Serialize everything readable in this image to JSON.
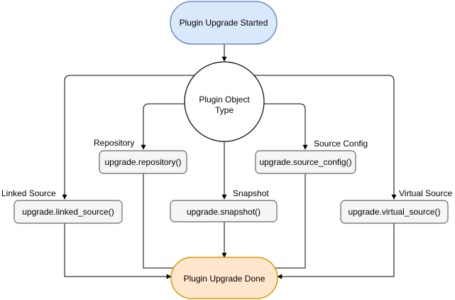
{
  "nodes": {
    "start": {
      "label": "Plugin Upgrade Started",
      "fill": "#dae8fc",
      "stroke": "#6c8ebf"
    },
    "decision": {
      "label_line1": "Plugin Object",
      "label_line2": "Type",
      "fill": "#ffffff",
      "stroke": "#000000"
    },
    "repository": {
      "label": "upgrade.repository()"
    },
    "source_config": {
      "label": "upgrade.source_config()"
    },
    "linked_source": {
      "label": "upgrade.linked_source()"
    },
    "snapshot": {
      "label": "upgrade.snapshot()"
    },
    "virtual_source": {
      "label": "upgrade.virtual_source()"
    },
    "done": {
      "label": "Plugin Upgrade Done",
      "fill": "#ffe6cc",
      "stroke": "#d79b00"
    },
    "process_style": {
      "fill": "#f5f5f5",
      "stroke": "#666666"
    }
  },
  "edge_labels": {
    "repository": "Repository",
    "source_config": "Source Config",
    "linked_source": "Linked Source",
    "snapshot": "Snapshot",
    "virtual_source": "Virtual Source"
  }
}
